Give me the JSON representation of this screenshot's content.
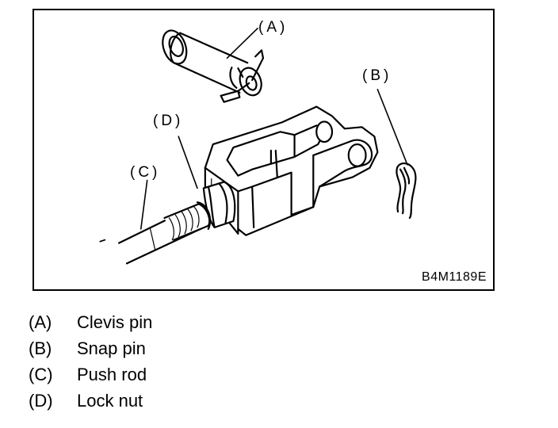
{
  "figure": {
    "code": "B4M1189E",
    "callouts": [
      {
        "id": "A",
        "text": "(A)"
      },
      {
        "id": "B",
        "text": "(B)"
      },
      {
        "id": "C",
        "text": "(C)"
      },
      {
        "id": "D",
        "text": "(D)"
      }
    ]
  },
  "legend": [
    {
      "key": "(A)",
      "label": "Clevis pin"
    },
    {
      "key": "(B)",
      "label": "Snap pin"
    },
    {
      "key": "(C)",
      "label": "Push rod"
    },
    {
      "key": "(D)",
      "label": "Lock nut"
    }
  ]
}
